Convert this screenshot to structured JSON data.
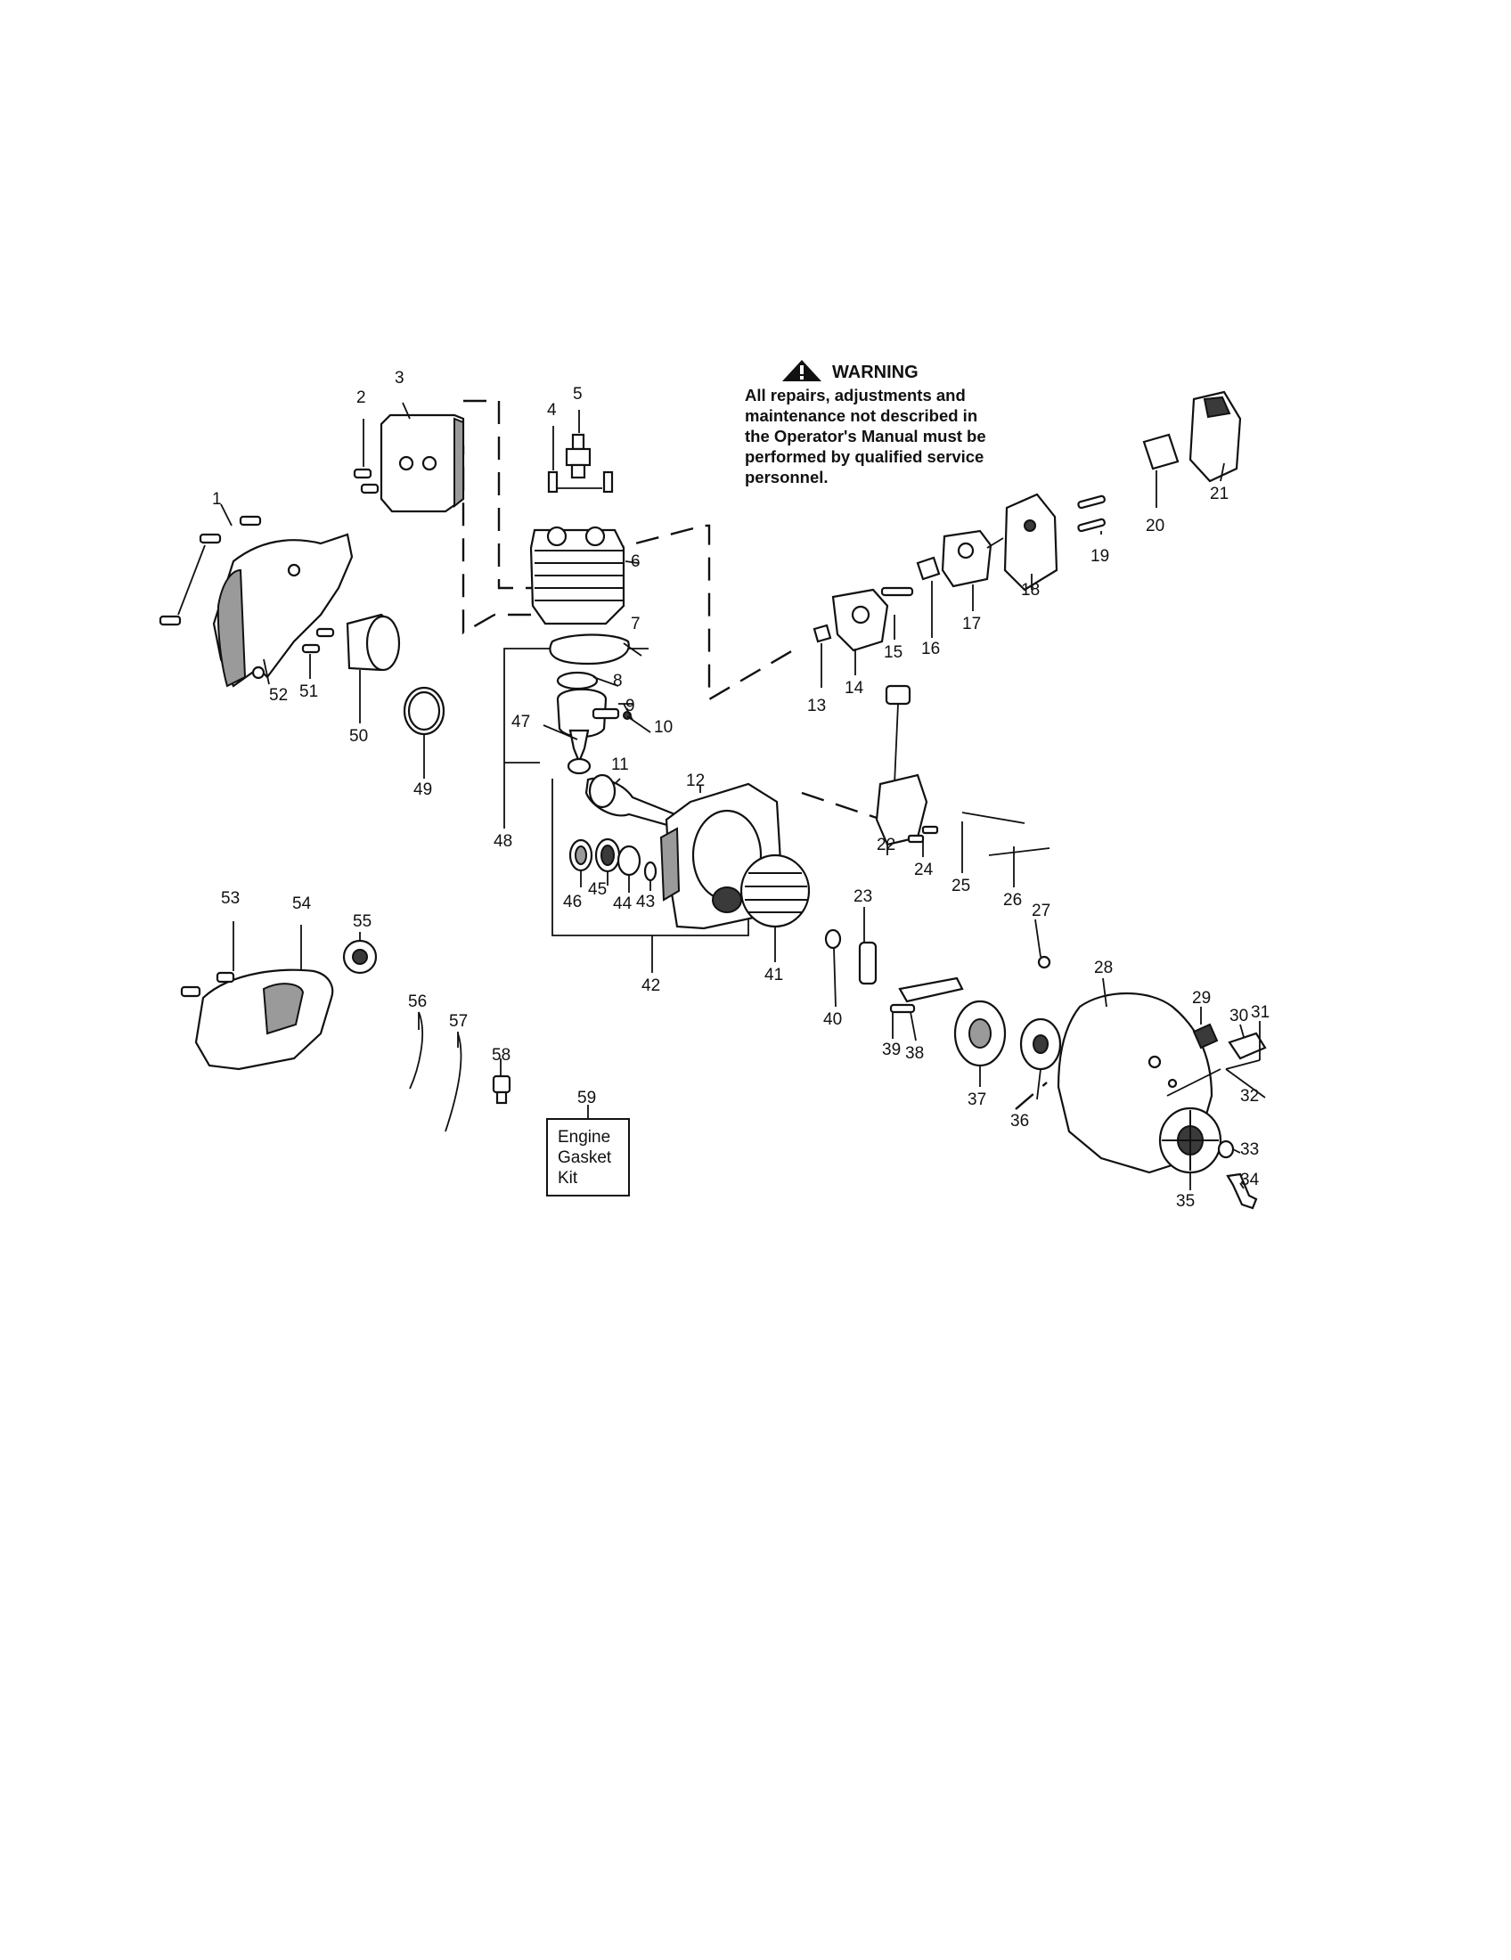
{
  "warning": {
    "title": "WARNING",
    "lines": [
      "All repairs, adjustments and",
      "maintenance not described in",
      "the Operator's Manual must be",
      "performed by qualified service",
      "personnel."
    ]
  },
  "callouts": [
    "1",
    "2",
    "3",
    "4",
    "5",
    "6",
    "7",
    "8",
    "9",
    "10",
    "11",
    "12",
    "13",
    "14",
    "15",
    "16",
    "17",
    "18",
    "19",
    "20",
    "21",
    "22",
    "23",
    "24",
    "25",
    "26",
    "27",
    "28",
    "29",
    "30",
    "31",
    "32",
    "33",
    "34",
    "35",
    "36",
    "37",
    "38",
    "39",
    "40",
    "41",
    "42",
    "43",
    "44",
    "45",
    "46",
    "47",
    "48",
    "49",
    "50",
    "51",
    "52",
    "53",
    "54",
    "55",
    "56",
    "57",
    "58",
    "59"
  ],
  "kit_box": {
    "lines": [
      "Engine",
      "Gasket",
      "Kit"
    ]
  },
  "icons": {
    "warning": "warning-triangle-icon"
  }
}
